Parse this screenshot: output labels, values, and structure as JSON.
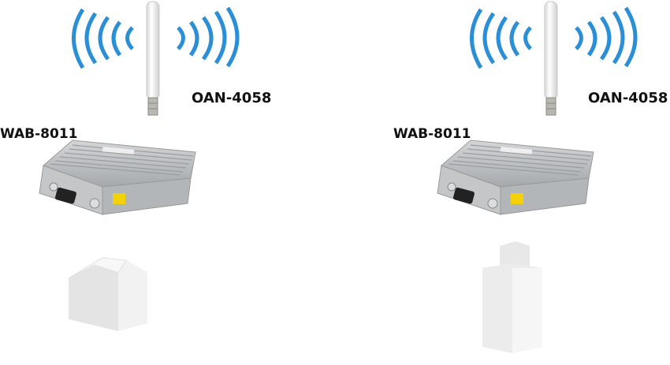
{
  "colors": {
    "wave": "#2a8fd6",
    "device": "#b9bcbf",
    "building": "#ececec"
  },
  "setups": [
    {
      "antenna_label": "OAN-4058",
      "device_label": "WAB-8011",
      "building": "house"
    },
    {
      "antenna_label": "OAN-4058",
      "device_label": "WAB-8011",
      "building": "tower"
    }
  ]
}
